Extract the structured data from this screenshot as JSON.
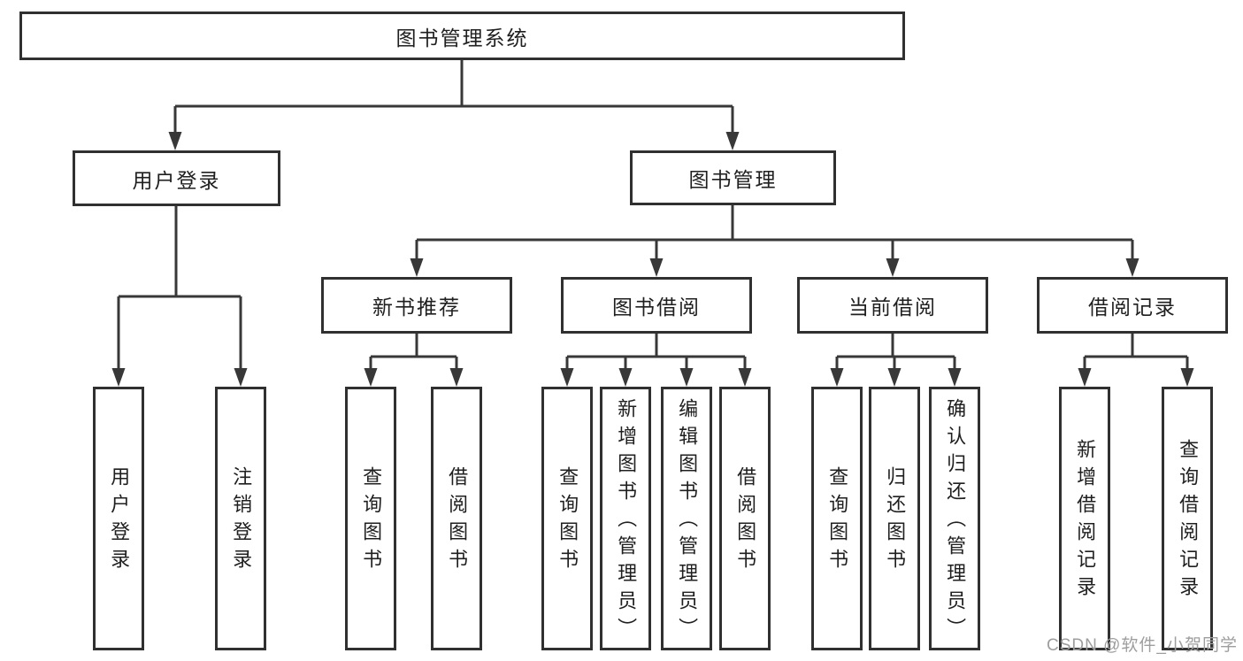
{
  "diagram": {
    "title": "图书管理系统",
    "root": {
      "label": "图书管理系统"
    },
    "level2": [
      {
        "label": "用户登录"
      },
      {
        "label": "图书管理"
      }
    ],
    "level3": [
      {
        "label": "新书推荐",
        "parent": "图书管理"
      },
      {
        "label": "图书借阅",
        "parent": "图书管理"
      },
      {
        "label": "当前借阅",
        "parent": "图书管理"
      },
      {
        "label": "借阅记录",
        "parent": "图书管理"
      }
    ],
    "leaves": [
      {
        "label": "用户登录",
        "parent": "用户登录"
      },
      {
        "label": "注销登录",
        "parent": "用户登录"
      },
      {
        "label": "查询图书",
        "parent": "新书推荐"
      },
      {
        "label": "借阅图书",
        "parent": "新书推荐"
      },
      {
        "label": "查询图书",
        "parent": "图书借阅"
      },
      {
        "label": "新增图书（管理员）",
        "parent": "图书借阅"
      },
      {
        "label": "编辑图书（管理员）",
        "parent": "图书借阅"
      },
      {
        "label": "借阅图书",
        "parent": "图书借阅"
      },
      {
        "label": "查询图书",
        "parent": "当前借阅"
      },
      {
        "label": "归还图书",
        "parent": "当前借阅"
      },
      {
        "label": "确认归还（管理员）",
        "parent": "当前借阅"
      },
      {
        "label": "新增借阅记录",
        "parent": "借阅记录"
      },
      {
        "label": "查询借阅记录",
        "parent": "借阅记录"
      }
    ]
  },
  "watermark": {
    "text": "CSDN @软件_小贺同学"
  },
  "colors": {
    "box_border": "#303030",
    "connector": "#383838",
    "text": "#1f1f1f",
    "watermark": "#9e9e9e",
    "background": "#ffffff"
  }
}
